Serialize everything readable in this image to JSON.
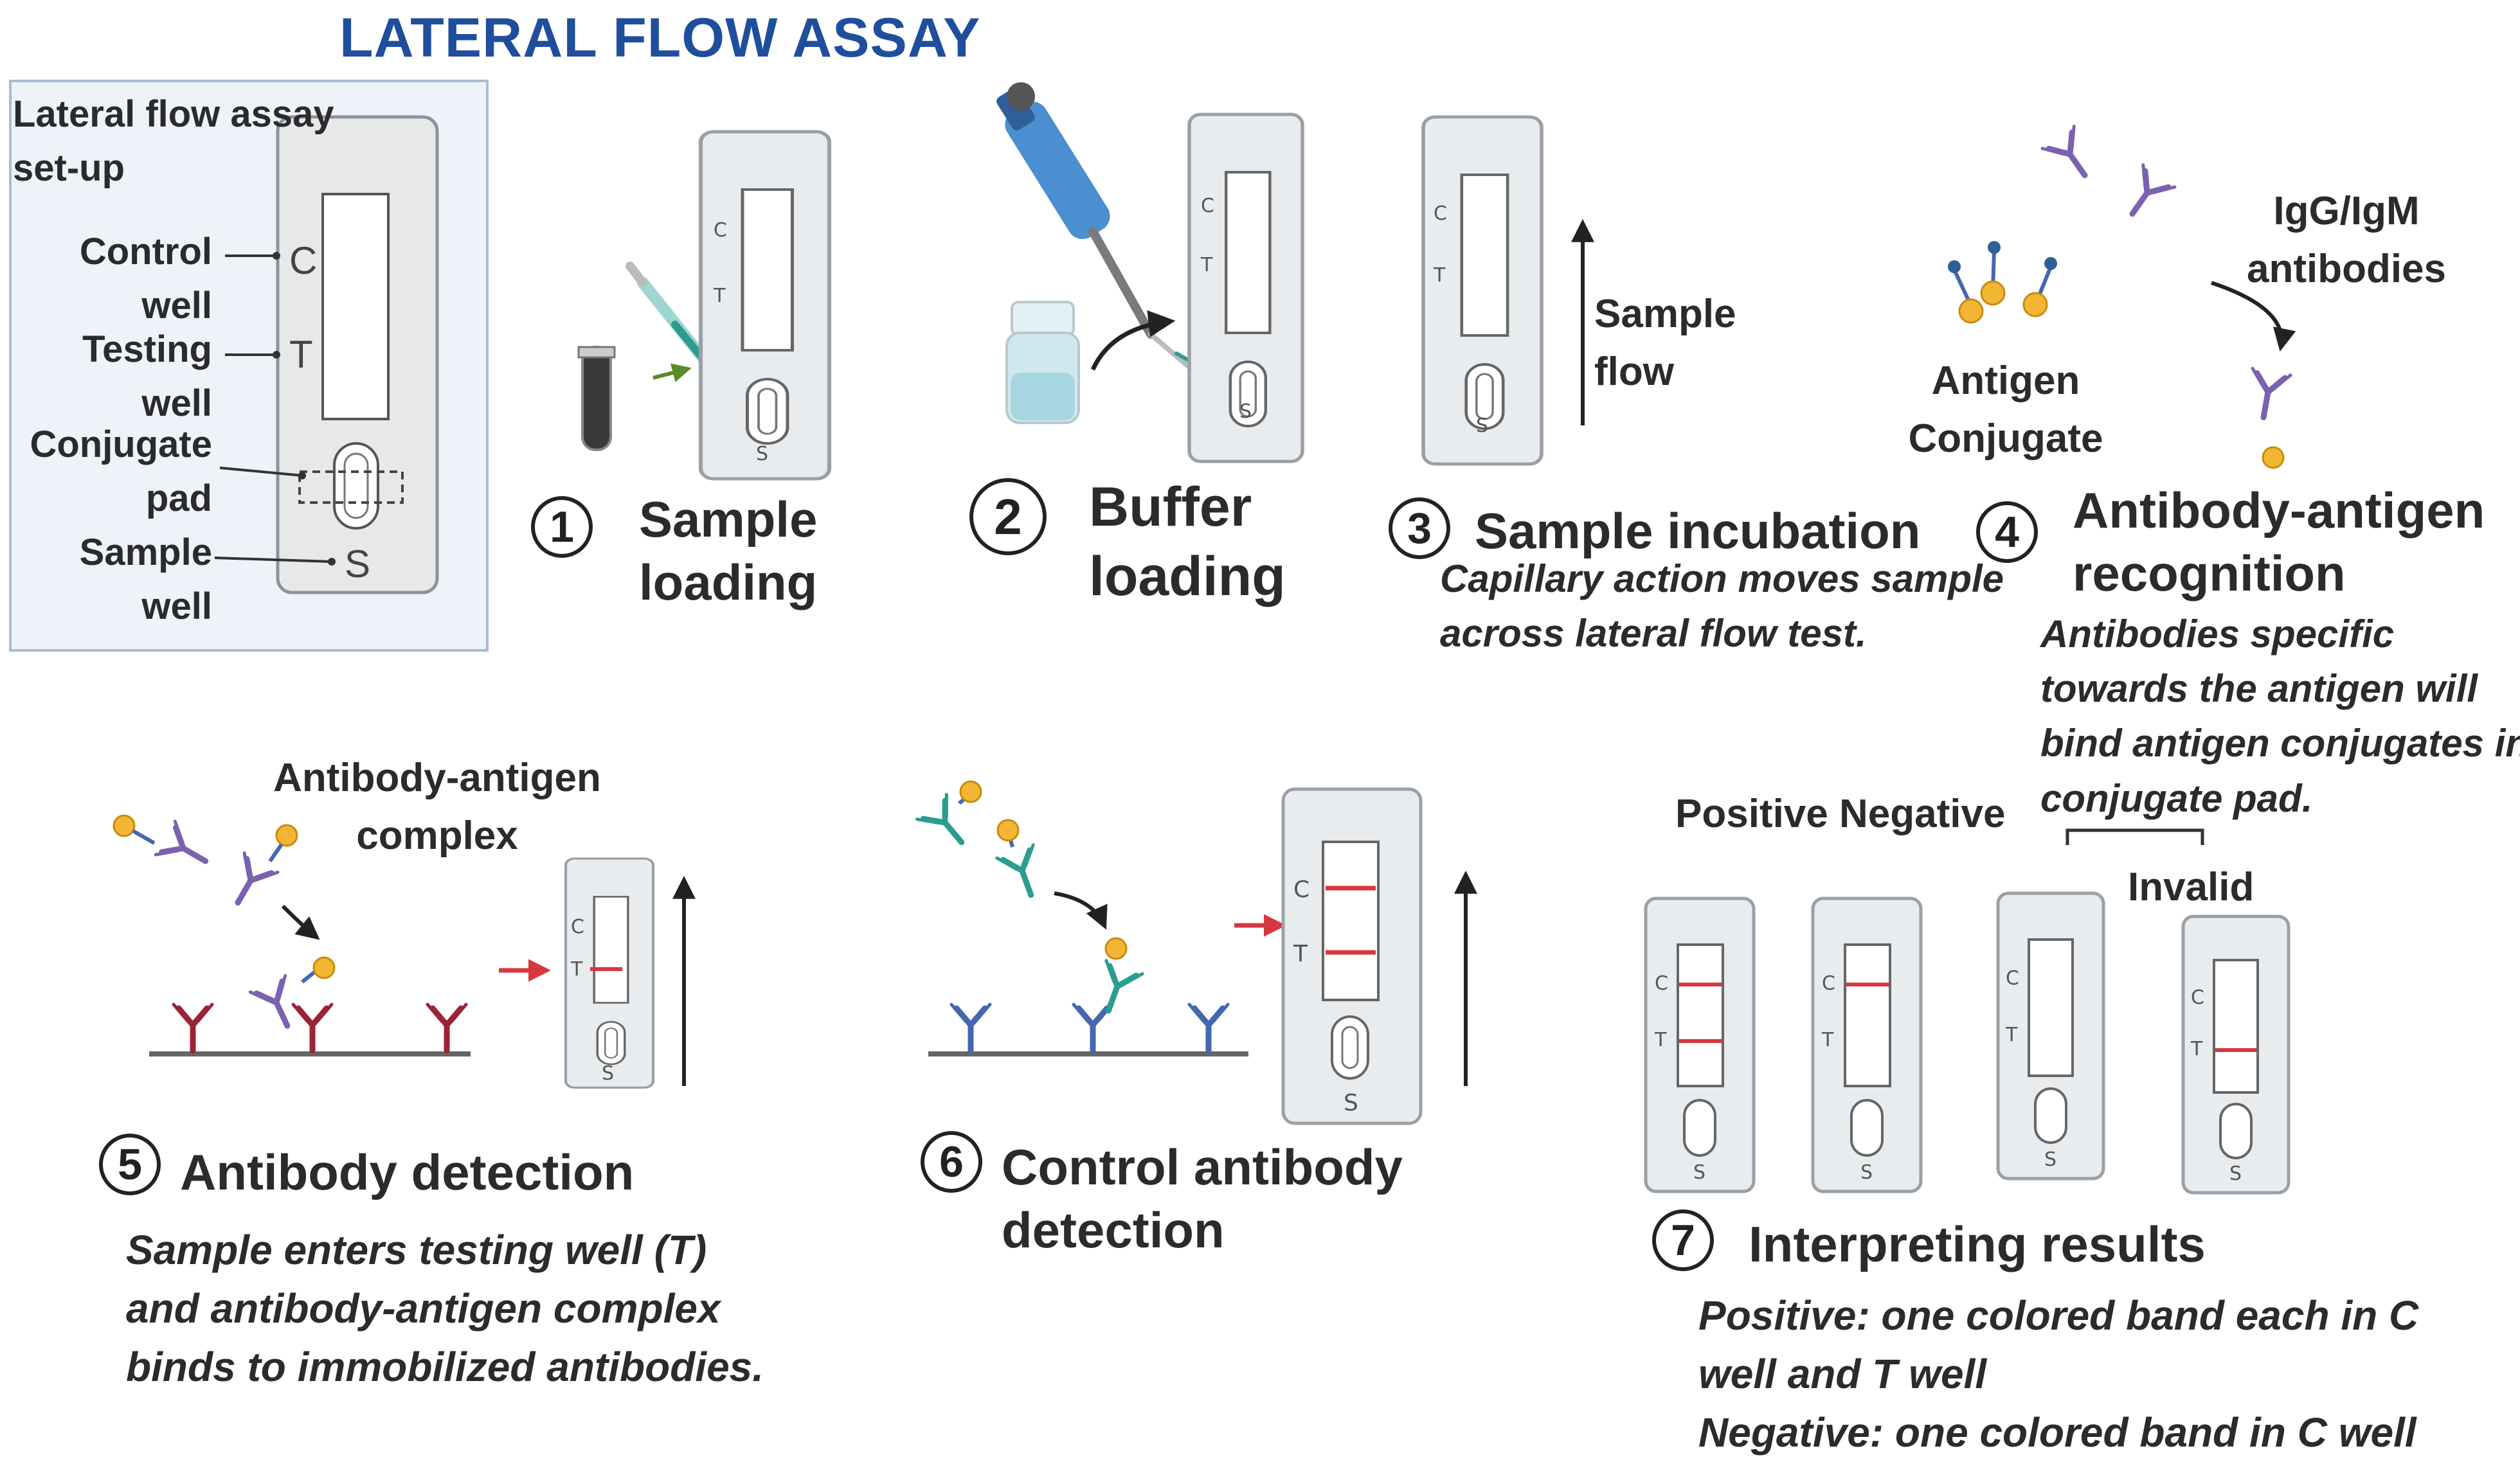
{
  "title": "LATERAL FLOW ASSAY",
  "setup": {
    "heading_line1": "Lateral flow assay",
    "heading_line2": "set-up",
    "control_line1": "Control",
    "control_line2": "well",
    "testing_line1": "Testing",
    "testing_line2": "well",
    "conjugate_line1": "Conjugate",
    "conjugate_line2": "pad",
    "sample_line1": "Sample",
    "sample_line2": "well"
  },
  "strip_letters": {
    "c": "C",
    "t": "T",
    "s": "S"
  },
  "steps": [
    {
      "number": "1",
      "title_line1": "Sample",
      "title_line2": "loading"
    },
    {
      "number": "2",
      "title_line1": "Buffer",
      "title_line2": "loading"
    },
    {
      "number": "3",
      "title": "Sample incubation",
      "desc_line1": "Capillary action moves sample",
      "desc_line2": "across lateral flow test.",
      "flow_line1": "Sample",
      "flow_line2": "flow"
    },
    {
      "number": "4",
      "title_line1": "Antibody-antigen",
      "title_line2": "recognition",
      "antibodies_line1": "IgG/IgM",
      "antibodies_line2": "antibodies",
      "antigen_line1": "Antigen",
      "antigen_line2": "Conjugate",
      "desc_line1": "Antibodies  specific",
      "desc_line2": "towards the antigen will",
      "desc_line3": "bind antigen conjugates in",
      "desc_line4": "conjugate pad."
    },
    {
      "number": "5",
      "title": "Antibody detection",
      "complex_line1": "Antibody-antigen",
      "complex_line2": "complex",
      "desc_line1": "Sample enters testing well (T)",
      "desc_line2": "and antibody-antigen complex",
      "desc_line3": "binds to immobilized  antibodies."
    },
    {
      "number": "6",
      "title_line1": "Control antibody",
      "title_line2": "detection"
    },
    {
      "number": "7",
      "title": "Interpreting results",
      "result_labels": "Positive Negative",
      "invalid_label": "Invalid",
      "desc_line1": "Positive: one  colored band each in C",
      "desc_line2": "well and T well",
      "desc_line3": "Negative: one colored band in C well"
    }
  ],
  "colors": {
    "title_blue": "#1f4e9c",
    "band_red": "#d9363e",
    "antigen_gold": "#f2b632",
    "antibody_purple": "#7a62b0",
    "immobilized_red": "#9b2335",
    "control_blue": "#4467b0",
    "teal": "#2a9d8f",
    "pipette_blue": "#4a8fd0",
    "panel_bg": "#eef3fa",
    "panel_border": "#a9bcd6"
  },
  "icons": [
    "pipette-icon",
    "blood-tube-icon",
    "buffer-bottle-icon",
    "antibody-icon",
    "antigen-conjugate-icon",
    "arrow-icon"
  ]
}
